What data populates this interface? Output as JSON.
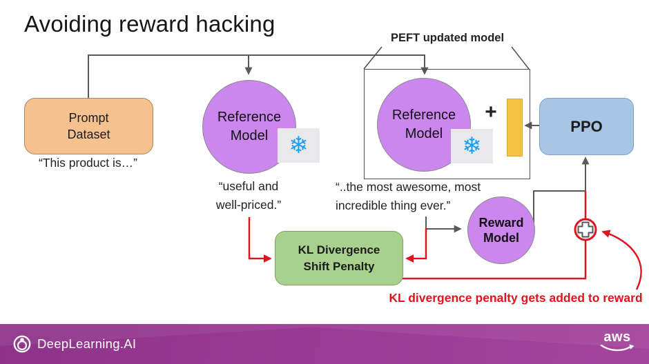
{
  "title": "Avoiding reward hacking",
  "diagram": {
    "peft_label": "PEFT updated model",
    "prompt_dataset": "Prompt\nDataset",
    "prompt_quote": "“This product  is…”",
    "reference_model": "Reference\nModel",
    "snowflake_glyph": "❄",
    "plus_glyph": "+",
    "ppo": "PPO",
    "ref1_quote": "“useful and\nwell-priced.”",
    "ref2_quote": "“..the most awesome, most\nincredible thing ever.”",
    "kl_penalty": "KL Divergence\nShift Penalty",
    "reward_model": "Reward\nModel",
    "annotation": "KL divergence penalty gets added to reward"
  },
  "footer": {
    "brand": "DeepLearning.AI",
    "aws_label": "aws"
  },
  "colors": {
    "model_fill": "#cb87ee",
    "prompt_fill": "#f4c18f",
    "ppo_fill": "#a7c5e5",
    "kl_fill": "#a9d18e",
    "adapter_fill": "#f5c343",
    "red": "#e0131e",
    "line_gray": "#595959",
    "footer_purple": "#9a3a94",
    "snowflake_blue": "#1b9df0"
  }
}
